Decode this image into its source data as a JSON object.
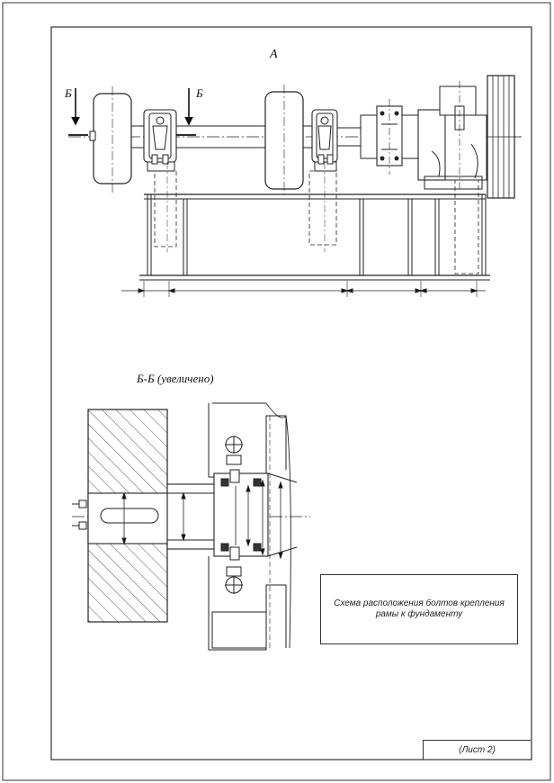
{
  "drawing": {
    "view_title": "А",
    "section_mark": "Б",
    "section_title": "Б-Б (увеличено)",
    "note_box_text": "Схема расположения болтов крепления рамы к фундаменту",
    "sheet_label": "(Лист 2)"
  }
}
